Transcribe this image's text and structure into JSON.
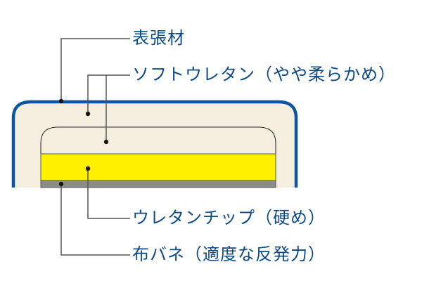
{
  "diagram": {
    "title": "Mattress layer cross-section",
    "colors": {
      "outer_border": "#0d55a0",
      "cover_fill": "#f5efe0",
      "soft_urethane_fill": "#f5efe0",
      "urethane_chip_fill": "#fff000",
      "fabric_spring_fill": "#8c8c8c",
      "leader_line": "#555555",
      "dot": "#1a1414",
      "label_text": "#0d4a86"
    },
    "labels": {
      "cover": "表張材",
      "soft_urethane": "ソフトウレタン（やや柔らかめ）",
      "urethane_chip": "ウレタンチップ（硬め）",
      "fabric_spring": "布バネ（適度な反発力）"
    }
  }
}
